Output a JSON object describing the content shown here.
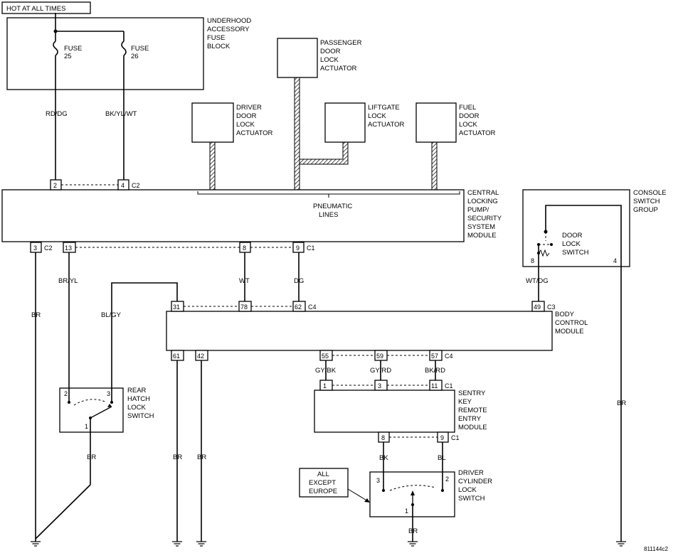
{
  "header": {
    "hot_label": "HOT AT ALL TIMES"
  },
  "fuse_block": {
    "name": [
      "UNDERHOOD",
      "ACCESSORY",
      "FUSE",
      "BLOCK"
    ],
    "fuse_a": [
      "FUSE",
      "25"
    ],
    "fuse_b": [
      "FUSE",
      "26"
    ]
  },
  "actuators": {
    "passenger": [
      "PASSENGER",
      "DOOR",
      "LOCK",
      "ACTUATOR"
    ],
    "driver": [
      "DRIVER",
      "DOOR",
      "LOCK",
      "ACTUATOR"
    ],
    "liftgate": [
      "LIFTGATE",
      "LOCK",
      "ACTUATOR"
    ],
    "fuel": [
      "FUEL",
      "DOOR",
      "LOCK",
      "ACTUATOR"
    ]
  },
  "wires": {
    "rd_dg": "RD/DG",
    "bk_yl_wt": "BK/YL/WT",
    "br_yl": "BR/YL",
    "bl_gy": "BL/GY",
    "wt": "WT",
    "dg": "DG",
    "wt_dg": "WT/DG",
    "gy_bk": "GY/BK",
    "gy_rd": "GY/RD",
    "bk_rd": "BK/RD",
    "bk": "BK",
    "bl": "BL",
    "br": "BR"
  },
  "clm": {
    "name": [
      "CENTRAL",
      "LOCKING",
      "PUMP/",
      "SECURITY",
      "SYSTEM",
      "MODULE"
    ],
    "pneumatic": [
      "PNEUMATIC",
      "LINES"
    ],
    "pin_2": "2",
    "pin_4": "4",
    "conn_top": "C2",
    "pin_3": "3",
    "conn_bl": "C2",
    "pin_13": "13",
    "pin_8": "8",
    "pin_9": "9",
    "conn_br": "C1"
  },
  "console": {
    "name": [
      "CONSOLE",
      "SWITCH",
      "GROUP"
    ],
    "switch": [
      "DOOR",
      "LOCK",
      "SWITCH"
    ],
    "pin_8": "8",
    "pin_4": "4"
  },
  "bcm": {
    "name": [
      "BODY",
      "CONTROL",
      "MODULE"
    ],
    "pin_31": "31",
    "pin_78": "78",
    "pin_62": "62",
    "conn_c4_top": "C4",
    "pin_49": "49",
    "conn_c3": "C3",
    "pin_61": "61",
    "pin_42": "42",
    "pin_55": "55",
    "pin_59": "59",
    "pin_57": "57",
    "conn_c4_bot": "C4"
  },
  "rear_hatch": {
    "name": [
      "REAR",
      "HATCH",
      "LOCK",
      "SWITCH"
    ],
    "pin_2": "2",
    "pin_3": "3",
    "pin_1": "1"
  },
  "skrem": {
    "name": [
      "SENTRY",
      "KEY",
      "REMOTE",
      "ENTRY",
      "MODULE"
    ],
    "pin_1": "1",
    "pin_3": "3",
    "pin_11": "11",
    "conn_top": "C1",
    "pin_8": "8",
    "pin_9": "9",
    "conn_bot": "C1"
  },
  "driver_cyl": {
    "name": [
      "DRIVER",
      "CYLINDER",
      "LOCK",
      "SWITCH"
    ],
    "pin_3": "3",
    "pin_2": "2",
    "pin_1": "1",
    "callout": [
      "ALL",
      "EXCEPT",
      "EUROPE"
    ]
  },
  "figure_id": "811144c2"
}
